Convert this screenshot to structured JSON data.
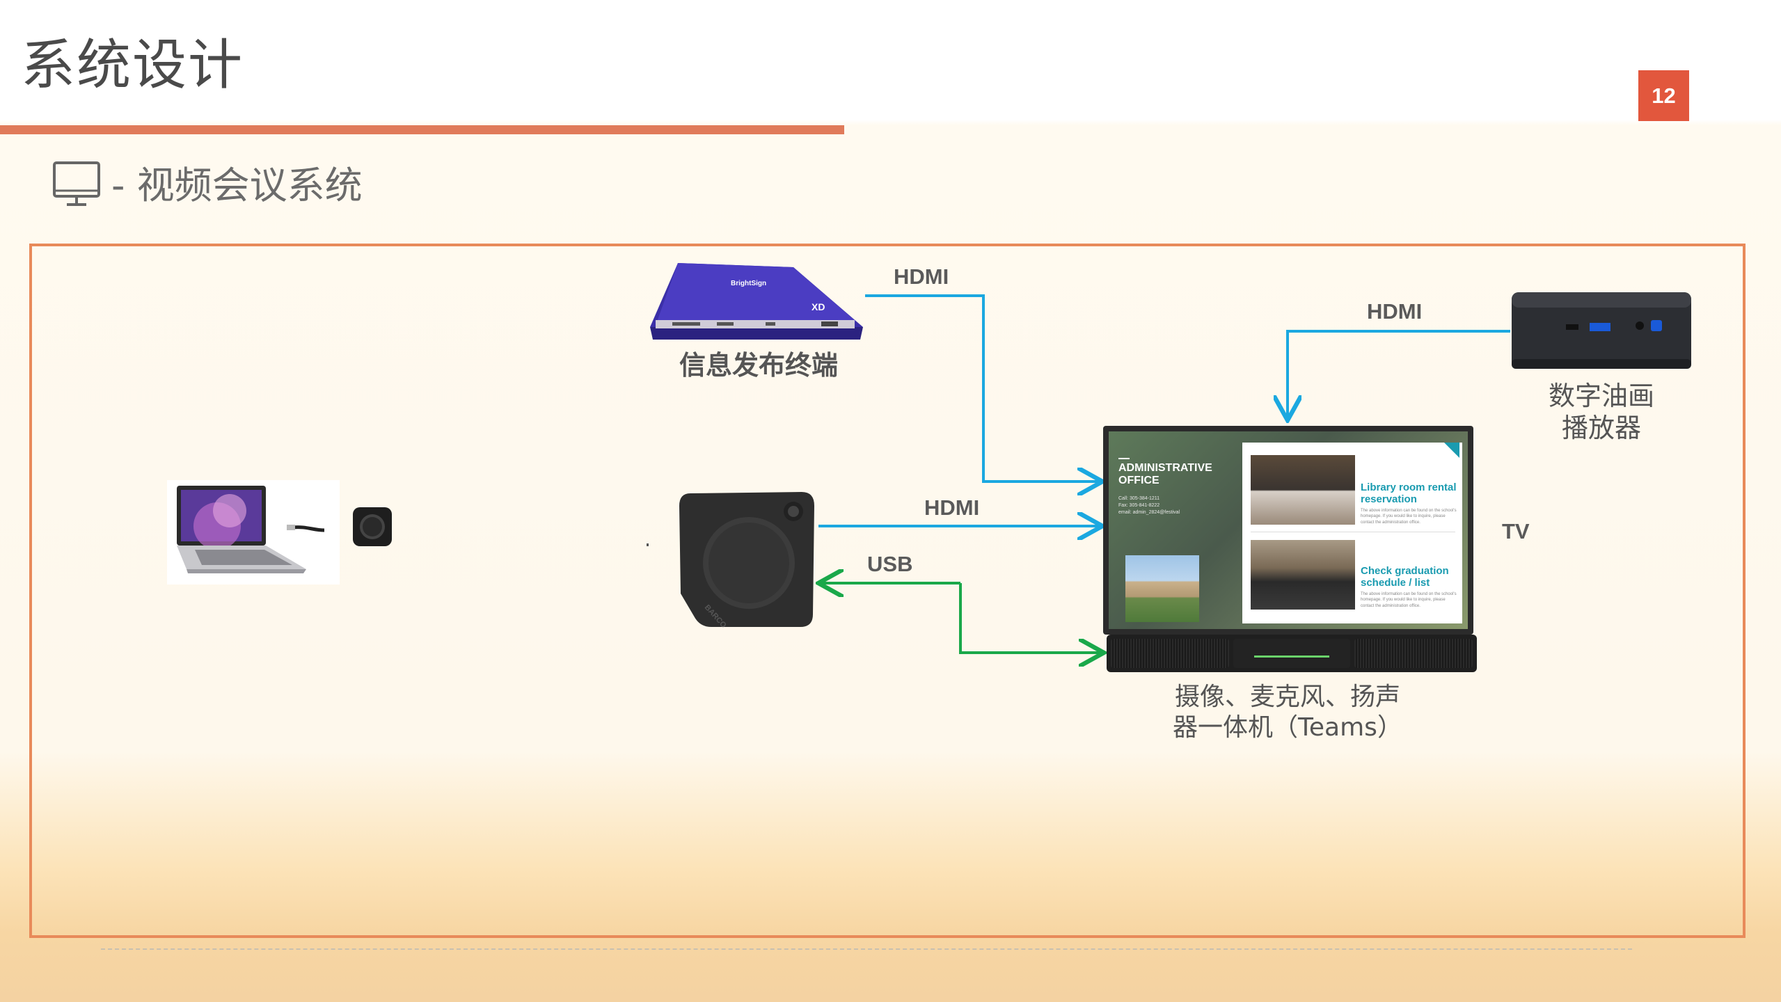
{
  "header": {
    "title": "系统设计",
    "page_number": "12",
    "accent_color": "#e07a5a",
    "page_number_bg": "#e2573d"
  },
  "section": {
    "icon": "monitor-icon",
    "subtitle": "- 视频会议系统"
  },
  "diagram": {
    "link_colors": {
      "hdmi": "#1ba8e0",
      "usb": "#1aa84a"
    },
    "nodes": {
      "signage": {
        "brand": "BrightSign",
        "model": "XD",
        "label": "信息发布终端"
      },
      "laptop": {
        "label": ""
      },
      "clickshare": {
        "brand": "BARCO"
      },
      "nuc": {
        "label_line1": "数字油画",
        "label_line2": "播放器"
      },
      "tv": {
        "label": "TV",
        "screen": {
          "heading": "ADMINISTRATIVE OFFICE",
          "contact_lines": [
            "Call: 305-384-1211",
            "Fax: 305-841-8222",
            "email: admin_2824@festival"
          ],
          "card1_title": "Library room rental reservation",
          "card2_title": "Check graduation schedule / list",
          "card_text": "The above information can be found on the school's homepage. If you would like to inquire, please contact the administration office."
        }
      },
      "camera_bar": {
        "label_line1": "摄像、麦克风、扬声",
        "label_line2": "器一体机（Teams）"
      }
    },
    "links": [
      {
        "label": "HDMI",
        "from": "signage",
        "to": "tv",
        "type": "hdmi"
      },
      {
        "label": "HDMI",
        "from": "nuc",
        "to": "tv",
        "type": "hdmi"
      },
      {
        "label": "HDMI",
        "from": "clickshare",
        "to": "tv",
        "type": "hdmi"
      },
      {
        "label": "USB",
        "from": "camera_bar",
        "to": "clickshare",
        "type": "usb"
      }
    ]
  }
}
